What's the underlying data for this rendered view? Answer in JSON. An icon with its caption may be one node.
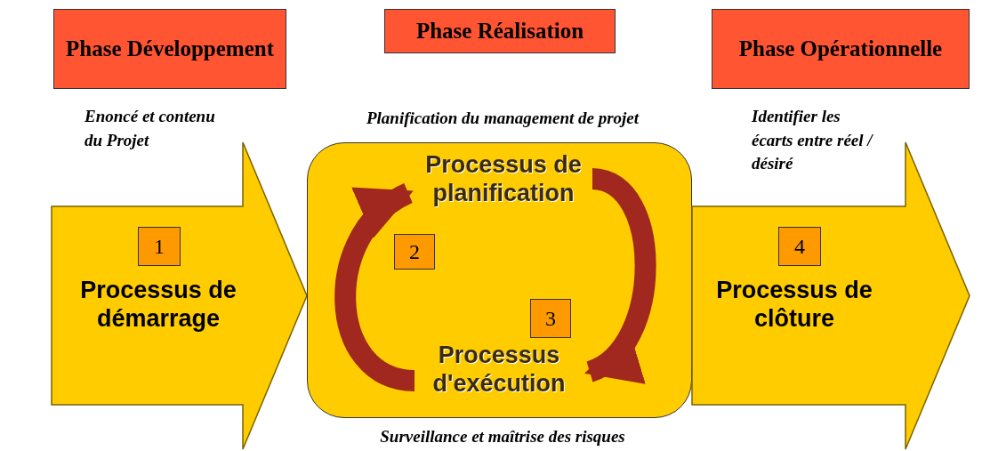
{
  "diagram": {
    "nodes": [
      {
        "text": [
          "Phase Développement"
        ]
      },
      {
        "text": [
          "Phase Réalisation"
        ]
      },
      {
        "text": [
          "Phase Opérationnelle"
        ]
      },
      {
        "text": [
          "Processus de démarrage"
        ],
        "beside": [
          "Enoncé et contenu du Projet"
        ]
      },
      {
        "text": [
          "1"
        ],
        "in": 3
      },
      {
        "text": [],
        "shape": "box",
        "beside": [
          "Planification du management de projet",
          "Surveillance et maîtrise des risques"
        ]
      },
      {
        "text": [
          "Processus de planification"
        ],
        "in": 5
      },
      {
        "text": [
          "2"
        ],
        "in": 5
      },
      {
        "text": [
          "Processus d'exécution"
        ],
        "in": 5
      },
      {
        "text": [
          "3"
        ],
        "in": 5
      },
      {
        "text": [
          "Processus de clôture"
        ],
        "beside": [
          "Identifier les écarts entre réel / désiré"
        ]
      },
      {
        "text": [
          "4"
        ],
        "in": 10
      }
    ],
    "edges": [
      {
        "from": 6,
        "to": 8,
        "arrow": "to"
      },
      {
        "from": 8,
        "to": 6,
        "arrow": "to"
      }
    ]
  }
}
